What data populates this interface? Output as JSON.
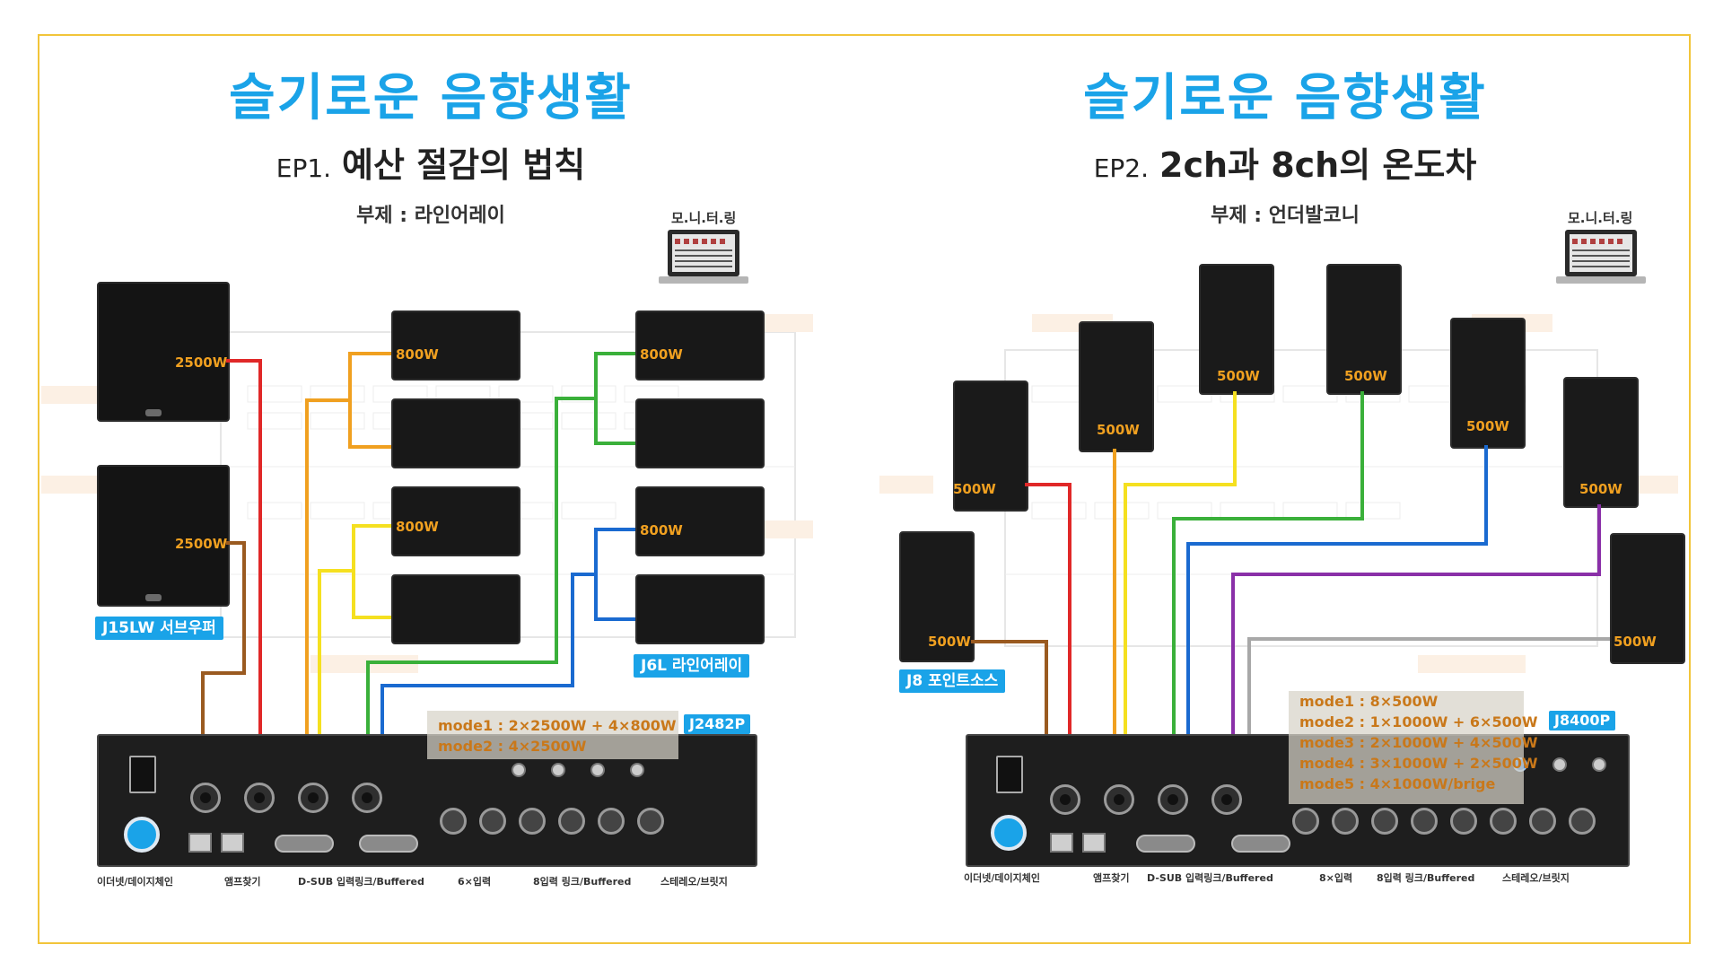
{
  "colors": {
    "title_blue": "#1aa3e8",
    "frame": "#f2c53a",
    "wire_red": "#e02828",
    "wire_brown": "#9a5a20",
    "wire_orange": "#f0a020",
    "wire_yellow": "#f5e020",
    "wire_green": "#3ab03a",
    "wire_blue": "#1a6ad0",
    "wire_purple": "#8a30a8",
    "wire_gray": "#a8a8a8",
    "mode_text": "#c9781a"
  },
  "left": {
    "series_title": "슬기로운 음향생활",
    "ep_prefix": "EP1.",
    "ep_title": "예산 절감의 법칙",
    "subtitle": "부제 : 라인어레이",
    "monitor_label": "모.니.터.링",
    "subwoofer_tag": "J15LW 서브우퍼",
    "linearray_tag": "J6L 라인어레이",
    "amp_model": "J2482P",
    "speaker_labels": {
      "sub_top": "2500W",
      "sub_bottom": "2500W",
      "la_a": "800W",
      "la_b": "800W",
      "la_c": "800W",
      "la_d": "800W"
    },
    "modes": [
      "mode1 : 2×2500W + 4×800W",
      "mode2 : 4×2500W"
    ],
    "captions": [
      "이더넷/데이지체인",
      "앰프찾기",
      "D-SUB 입력링크/Buffered",
      "6×입력",
      "8입력 링크/Buffered",
      "스테레오/브릿지"
    ]
  },
  "right": {
    "series_title": "슬기로운 음향생활",
    "ep_prefix": "EP2.",
    "ep_title": "2ch과 8ch의 온도차",
    "subtitle": "부제 : 언더발코니",
    "monitor_label": "모.니.터.링",
    "point_tag": "J8 포인트소스",
    "amp_model": "J8400P",
    "speaker_labels": [
      "500W",
      "500W",
      "500W",
      "500W",
      "500W",
      "500W",
      "500W",
      "500W"
    ],
    "modes": [
      "mode1 : 8×500W",
      "mode2 : 1×1000W + 6×500W",
      "mode3 : 2×1000W + 4×500W",
      "mode4 : 3×1000W + 2×500W",
      "mode5 : 4×1000W/brige"
    ],
    "captions": [
      "이더넷/데이지체인",
      "앰프찾기",
      "D-SUB 입력링크/Buffered",
      "8×입력",
      "8입력 링크/Buffered",
      "스테레오/브릿지"
    ]
  }
}
